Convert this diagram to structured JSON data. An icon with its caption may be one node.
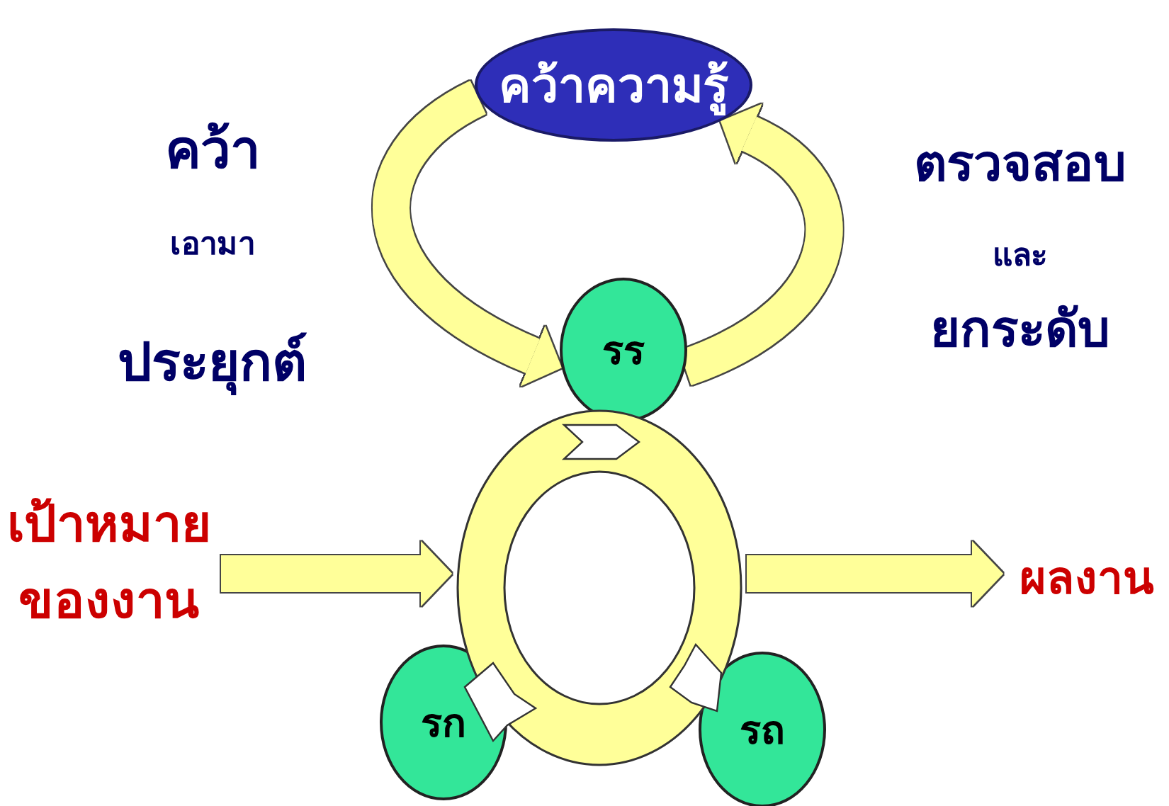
{
  "diagram": {
    "nodes": [
      {
        "text": [
          "คว้าความรู้"
        ]
      },
      {
        "text": [
          "รร"
        ]
      },
      {
        "text": [
          "เป้าหมาย ของงาน"
        ]
      },
      {
        "text": [],
        "shape": "circle"
      },
      {
        "text": [
          "ผลงาน"
        ]
      },
      {
        "text": [
          "รก"
        ]
      },
      {
        "text": [
          "รถ"
        ]
      }
    ],
    "edges": [
      {
        "from": 0,
        "to": 1,
        "arrow": "to"
      },
      {
        "from": 1,
        "to": 0,
        "arrow": "to"
      },
      {
        "from": 2,
        "to": 3,
        "arrow": "to"
      },
      {
        "from": 3,
        "to": 4,
        "arrow": "to"
      }
    ],
    "labels": [
      "คว้า",
      "เอามา",
      "ประยุกต์",
      "ตรวจสอบ",
      "และ",
      "ยกระดับ"
    ]
  }
}
